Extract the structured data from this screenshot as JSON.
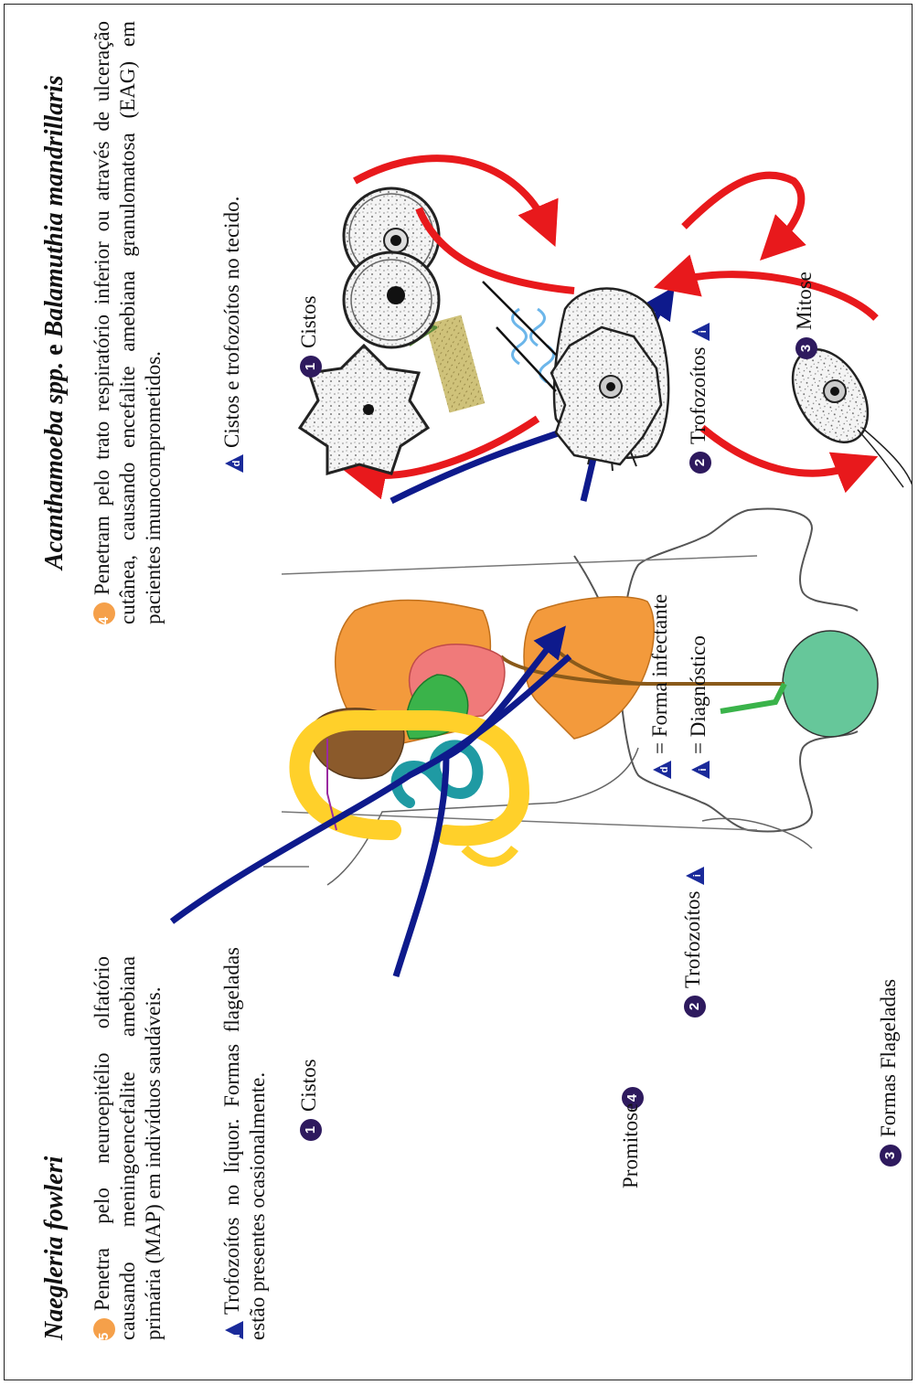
{
  "left_panel": {
    "title": "Naegleria fowleri",
    "step5_number": "5",
    "step5_text": "Penetra pelo neuroepitélio olfatório causando meningoencefalite amebiana primária (MAP) em indivíduos saudáveis.",
    "diag_letter": "d",
    "diag_text": "Trofozoítos no líquor. Formas flageladas estão presentes ocasionalmente.",
    "cycle": {
      "cysts": {
        "number": "1",
        "label": "Cistos"
      },
      "trophozoites": {
        "number": "2",
        "label": "Trofozoítos",
        "letter": "i"
      },
      "flagellates": {
        "number": "3",
        "label": "Formas Flageladas"
      },
      "promitosis": {
        "number": "4",
        "label": "Promitose"
      }
    }
  },
  "right_panel": {
    "title_part1": "Acanthamoeba spp.",
    "title_conj": " e ",
    "title_part2": "Balamuthia mandrillaris",
    "step4_number": "4",
    "step4_text": "Penetram pelo trato respiratório inferior ou através de ulceração cutânea, causando encefalite amebiana granulomatosa (EAG) em pacientes imunocomprometidos.",
    "diag_letter": "d",
    "diag_text": "Cistos e trofozoítos no tecido.",
    "cycle": {
      "cysts": {
        "number": "1",
        "label": "Cistos"
      },
      "trophozoites": {
        "number": "2",
        "label": "Trofozoítos",
        "letter": "i"
      },
      "mitosis": {
        "number": "3",
        "label": "Mitose"
      }
    }
  },
  "legend": [
    {
      "letter": "d",
      "text": "= Forma infectante"
    },
    {
      "letter": "i",
      "text": "= Diagnóstico"
    }
  ],
  "colors": {
    "cycle_arrow": "#e8191c",
    "infection_arrow": "#0e1a8c",
    "step_circle": "#2e1a5e",
    "step_circle_highlight": "#f5a04a",
    "legend_triangle": "#1a2a9a",
    "lungs": "#f39a3c",
    "brain": "#66c79a",
    "heart": "#f07a7a",
    "liver": "#8b5a2b",
    "intestine_small": "#1f9aa3",
    "intestine_large": "#ffd02a",
    "stomach": "#3ab34a"
  },
  "icons": [
    "water-waves-icon",
    "plant-soil-icon",
    "human-silhouette-icon"
  ]
}
